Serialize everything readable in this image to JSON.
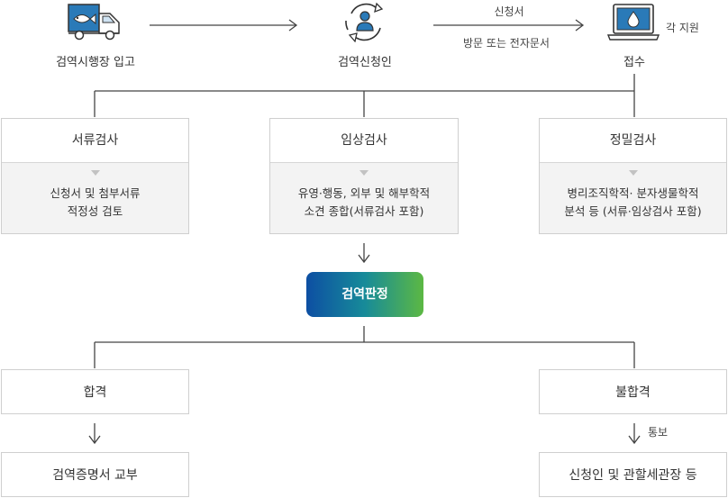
{
  "top_flow": {
    "step1_label": "검역시행장 입고",
    "step2_label": "검역신청인",
    "arrow_top_label": "신청서",
    "arrow_bottom_label": "방문 또는 전자문서",
    "step3_label": "접수",
    "step3_note": "각 지원"
  },
  "inspections": [
    {
      "title": "서류검사",
      "line1": "신청서 및 첨부서류",
      "line2": "적정성 검토"
    },
    {
      "title": "임상검사",
      "line1": "유영·행동, 외부 및 해부학적",
      "line2": "소견 종합(서류검사 포함)"
    },
    {
      "title": "정밀검사",
      "line1": "병리조직학적· 분자생물학적",
      "line2": "분석 등 (서류·임상검사 포함)"
    }
  ],
  "decision": {
    "label": "검역판정"
  },
  "outcomes": {
    "pass": {
      "label": "합격",
      "next_label": "검역증명서 교부"
    },
    "fail": {
      "label": "불합격",
      "arrow_note": "통보",
      "next_label": "신청인 및 관할세관장 등"
    }
  },
  "colors": {
    "icon_blue": "#2a7ab8",
    "line": "#444444",
    "box_border": "#cfcfcf",
    "box_fill": "#f3f3f3",
    "gradient_start": "#0d4fa3",
    "gradient_end": "#5cb843"
  }
}
